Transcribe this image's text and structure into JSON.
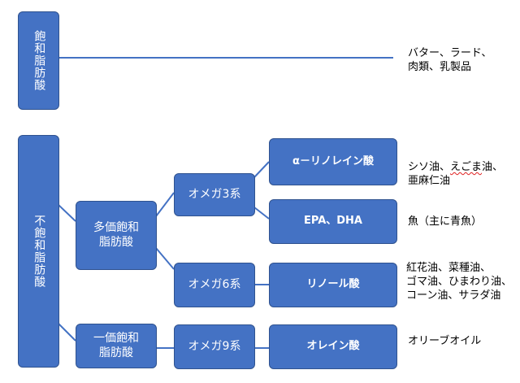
{
  "colors": {
    "box_fill": "#4472c4",
    "box_border": "#2f528f",
    "connector": "#4472c4",
    "text_on_box": "#ffffff",
    "spellcheck_squiggle": "#e02020"
  },
  "boxes": {
    "saturated": "飽和脂肪酸",
    "unsaturated": "不飽和脂肪酸",
    "polyunsaturated": "多価飽和\n脂肪酸",
    "monounsaturated": "一価飽和\n脂肪酸",
    "omega3": "オメガ3系",
    "omega6": "オメガ6系",
    "omega9": "オメガ9系",
    "alpha_linolenic": "α－リノレイン酸",
    "epa_dha": "EPA、DHA",
    "linoleic": "リノール酸",
    "oleic": "オレイン酸"
  },
  "notes": {
    "saturated_sources": "バター、ラード、\n肉類、乳製品",
    "alpha_linolenic_sources_before": "シソ油、",
    "alpha_linolenic_sources_squiggle": "えごま",
    "alpha_linolenic_sources_after": "油、\n亜麻仁油",
    "epa_dha_sources": "魚（主に青魚）",
    "linoleic_sources": "紅花油、菜種油、\nゴマ油、ひまわり油、\nコーン油、サラダ油",
    "oleic_sources": "オリーブオイル"
  }
}
